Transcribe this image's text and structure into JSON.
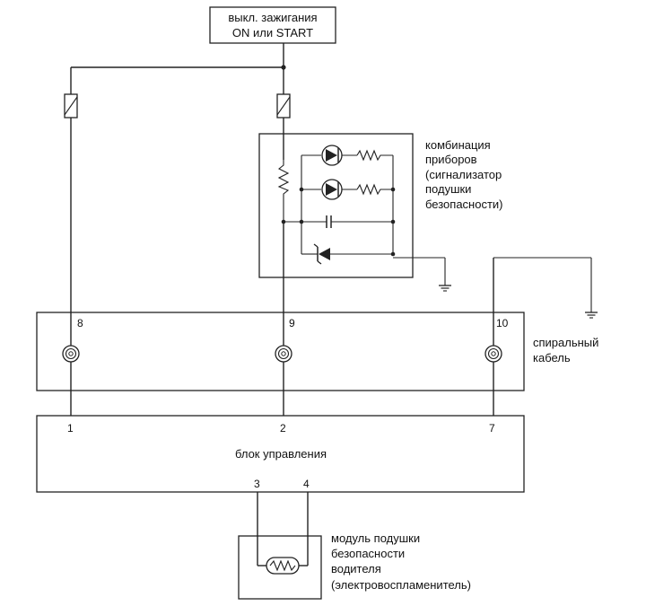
{
  "ignition_switch": {
    "line1": "выкл. зажигания",
    "line2": "ON или START"
  },
  "instrument_cluster": {
    "line1": "комбинация",
    "line2": "приборов",
    "line3": "(сигнализатор",
    "line4": "подушки",
    "line5": "безопасности)"
  },
  "clock_spring": {
    "line1": "спиральный",
    "line2": "кабель",
    "pins": {
      "a": "8",
      "b": "9",
      "c": "10"
    }
  },
  "control_unit": {
    "label": "блок управления",
    "pins": {
      "p1": "1",
      "p2": "2",
      "p7": "7",
      "p3": "3",
      "p4": "4"
    }
  },
  "airbag_module": {
    "line1": "модуль подушки",
    "line2": "безопасности",
    "line3": "водителя",
    "line4": "(электровоспламенитель)"
  },
  "colors": {
    "ink": "#222222",
    "background": "#ffffff"
  }
}
